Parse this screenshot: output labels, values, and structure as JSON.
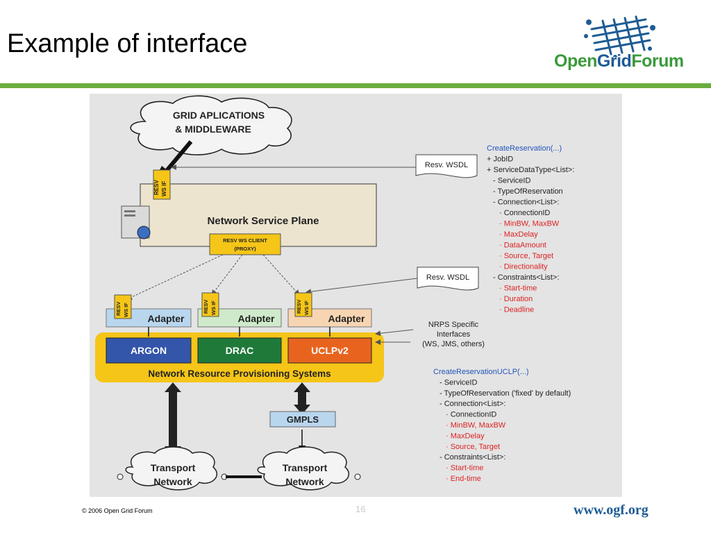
{
  "slide": {
    "title": "Example of interface",
    "footer_copyright": "© 2006 Open Grid Forum",
    "page_number": "16",
    "url": "www.ogf.org"
  },
  "logo": {
    "part1": "Open",
    "part2": "Grid",
    "part3": "Forum",
    "colors": {
      "green": "#3a9a3a",
      "blue": "#1d5c94"
    }
  },
  "colors": {
    "accent_bar": "#6aac3e",
    "yellow": "#f5c518",
    "argon": "#3355aa",
    "drac": "#1f7a3a",
    "uclp": "#e8641e",
    "spec_blue": "#2255bb",
    "spec_red": "#dd2222"
  },
  "diagram": {
    "cloud_top_line1": "GRID APLICATIONS",
    "cloud_top_line2": "& MIDDLEWARE",
    "resv_if_line1": "RESV",
    "resv_if_line2": "WS IF",
    "service_plane": "Network Service Plane",
    "client_line1": "RESV WS CLIENT",
    "client_line2": "(PROXY)",
    "wsdl_label": "Resv. WSDL",
    "adapter_label": "Adapter",
    "argon": "ARGON",
    "drac": "DRAC",
    "uclp": "UCLPv2",
    "nrps_label": "Network Resource Provisioning Systems",
    "nrps_specific_line1": "NRPS Specific",
    "nrps_specific_line2": "Interfaces",
    "nrps_specific_line3": "(WS, JMS, others)",
    "gmpls": "GMPLS",
    "transport_line1": "Transport",
    "transport_line2": "Network",
    "spec1": {
      "header": "CreateReservation(...)",
      "lines": [
        {
          "text": "+ JobID",
          "color": "dark",
          "indent": 0
        },
        {
          "text": "+ ServiceDataType<List>:",
          "color": "dark",
          "indent": 0
        },
        {
          "text": "- ServiceID",
          "color": "dark",
          "indent": 1
        },
        {
          "text": "- TypeOfReservation",
          "color": "dark",
          "indent": 1
        },
        {
          "text": "- Connection<List>:",
          "color": "dark",
          "indent": 1
        },
        {
          "text": "· ConnectionID",
          "color": "dark",
          "indent": 2
        },
        {
          "text": "· MinBW, MaxBW",
          "color": "red",
          "indent": 2
        },
        {
          "text": "· MaxDelay",
          "color": "red",
          "indent": 2
        },
        {
          "text": "· DataAmount",
          "color": "red",
          "indent": 2
        },
        {
          "text": "· Source, Target",
          "color": "red",
          "indent": 2
        },
        {
          "text": "· Directionality",
          "color": "red",
          "indent": 2
        },
        {
          "text": "- Constraints<List>:",
          "color": "dark",
          "indent": 1
        },
        {
          "text": "· Start-time",
          "color": "red",
          "indent": 2
        },
        {
          "text": "· Duration",
          "color": "red",
          "indent": 2
        },
        {
          "text": "· Deadline",
          "color": "red",
          "indent": 2
        }
      ]
    },
    "spec2": {
      "header": "CreateReservationUCLP(...)",
      "lines": [
        {
          "text": "- ServiceID",
          "color": "dark",
          "indent": 1
        },
        {
          "text": "- TypeOfReservation ('fixed' by default)",
          "color": "dark",
          "indent": 1
        },
        {
          "text": "- Connection<List>:",
          "color": "dark",
          "indent": 1
        },
        {
          "text": "· ConnectionID",
          "color": "dark",
          "indent": 2
        },
        {
          "text": "· MinBW, MaxBW",
          "color": "red",
          "indent": 2
        },
        {
          "text": "· MaxDelay",
          "color": "red",
          "indent": 2
        },
        {
          "text": "· Source, Target",
          "color": "red",
          "indent": 2
        },
        {
          "text": "- Constraints<List>:",
          "color": "dark",
          "indent": 1
        },
        {
          "text": "· Start-time",
          "color": "red",
          "indent": 2
        },
        {
          "text": "· End-time",
          "color": "red",
          "indent": 2
        }
      ]
    }
  }
}
